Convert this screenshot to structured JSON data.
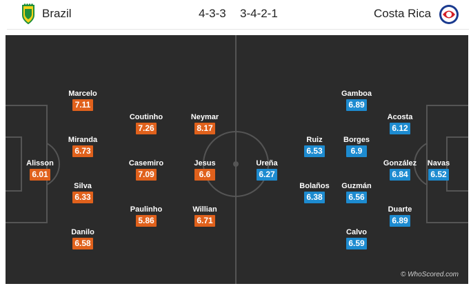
{
  "header": {
    "home_team": "Brazil",
    "home_formation": "4-3-3",
    "away_formation": "3-4-2-1",
    "away_team": "Costa Rica",
    "home_badge_icon": "cbf-crest-icon",
    "away_badge_icon": "fedefutbol-crest-icon"
  },
  "colors": {
    "home_rating_bg": "#e0611c",
    "away_rating_bg": "#1d8bd0",
    "pitch_bg": "#2b2b2b"
  },
  "home_players": [
    {
      "name": "Alisson",
      "rating": "6.01"
    },
    {
      "name": "Marcelo",
      "rating": "7.11"
    },
    {
      "name": "Miranda",
      "rating": "6.73"
    },
    {
      "name": "Silva",
      "rating": "6.33"
    },
    {
      "name": "Danilo",
      "rating": "6.58"
    },
    {
      "name": "Coutinho",
      "rating": "7.26"
    },
    {
      "name": "Casemiro",
      "rating": "7.09"
    },
    {
      "name": "Paulinho",
      "rating": "5.86"
    },
    {
      "name": "Neymar",
      "rating": "8.17"
    },
    {
      "name": "Jesus",
      "rating": "6.6"
    },
    {
      "name": "Willian",
      "rating": "6.71"
    }
  ],
  "away_players": [
    {
      "name": "Navas",
      "rating": "6.52"
    },
    {
      "name": "Acosta",
      "rating": "6.12"
    },
    {
      "name": "González",
      "rating": "6.84"
    },
    {
      "name": "Duarte",
      "rating": "6.89"
    },
    {
      "name": "Gamboa",
      "rating": "6.89"
    },
    {
      "name": "Borges",
      "rating": "6.9"
    },
    {
      "name": "Guzmán",
      "rating": "6.56"
    },
    {
      "name": "Calvo",
      "rating": "6.59"
    },
    {
      "name": "Ruiz",
      "rating": "6.53"
    },
    {
      "name": "Bolaños",
      "rating": "6.38"
    },
    {
      "name": "Ureña",
      "rating": "6.27"
    }
  ],
  "watermark": "© WhoScored.com"
}
